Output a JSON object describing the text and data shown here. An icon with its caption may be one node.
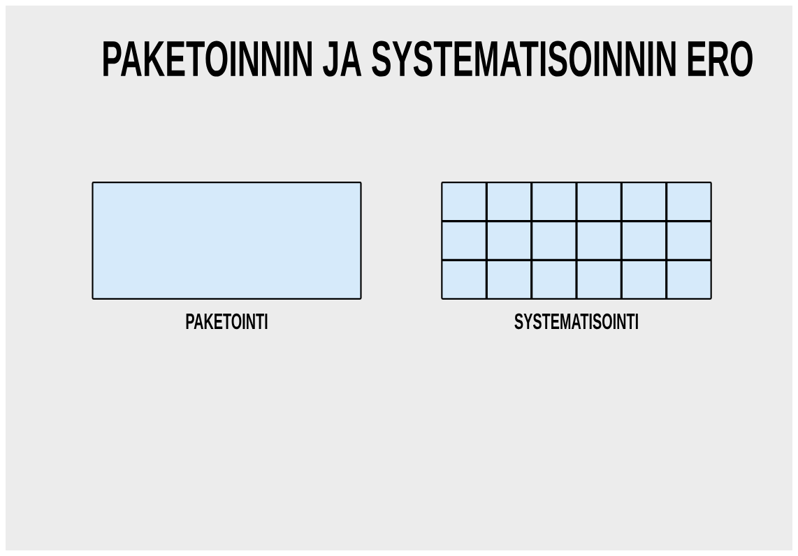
{
  "diagram": {
    "title": "PAKETOINNIN JA SYSTEMATISOINNIN ERO",
    "nodes": [
      {
        "text": [],
        "shape": "box",
        "beside": [
          "PAKETOINTI"
        ]
      },
      {
        "text": [],
        "shape": "box",
        "beside": [
          "SYSTEMATISOINTI"
        ]
      }
    ]
  }
}
